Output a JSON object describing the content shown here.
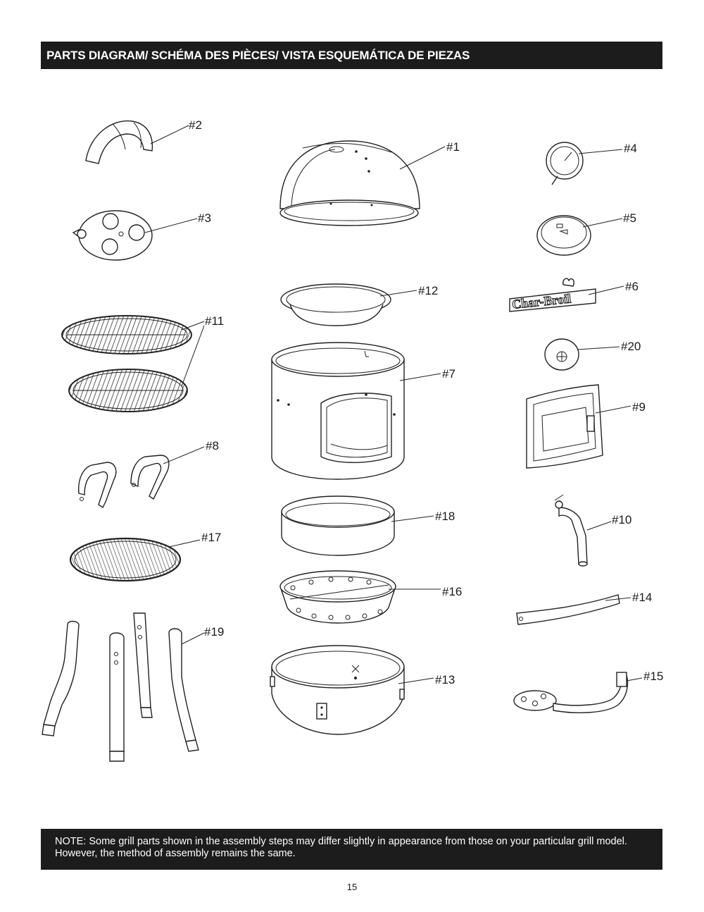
{
  "header": {
    "title": "PARTS DIAGRAM/ SCHÉMA DES PIÈCES/ VISTA ESQUEMÁTICA DE PIEZAS"
  },
  "callouts": {
    "p1": "#1",
    "p2": "#2",
    "p3": "#3",
    "p4": "#4",
    "p5": "#5",
    "p6": "#6",
    "p7": "#7",
    "p8": "#8",
    "p9": "#9",
    "p10": "#10",
    "p11": "#11",
    "p12": "#12",
    "p13": "#13",
    "p14": "#14",
    "p15": "#15",
    "p16": "#16",
    "p17": "#17",
    "p18": "#18",
    "p19": "#19",
    "p20": "#20"
  },
  "logo_text": "Char-Broil",
  "note": {
    "line1": "NOTE: Some grill parts shown in the assembly steps may differ slightly in appearance from those on your particular grill model.",
    "line2": "However, the method of assembly remains the same."
  },
  "page_number": "15"
}
